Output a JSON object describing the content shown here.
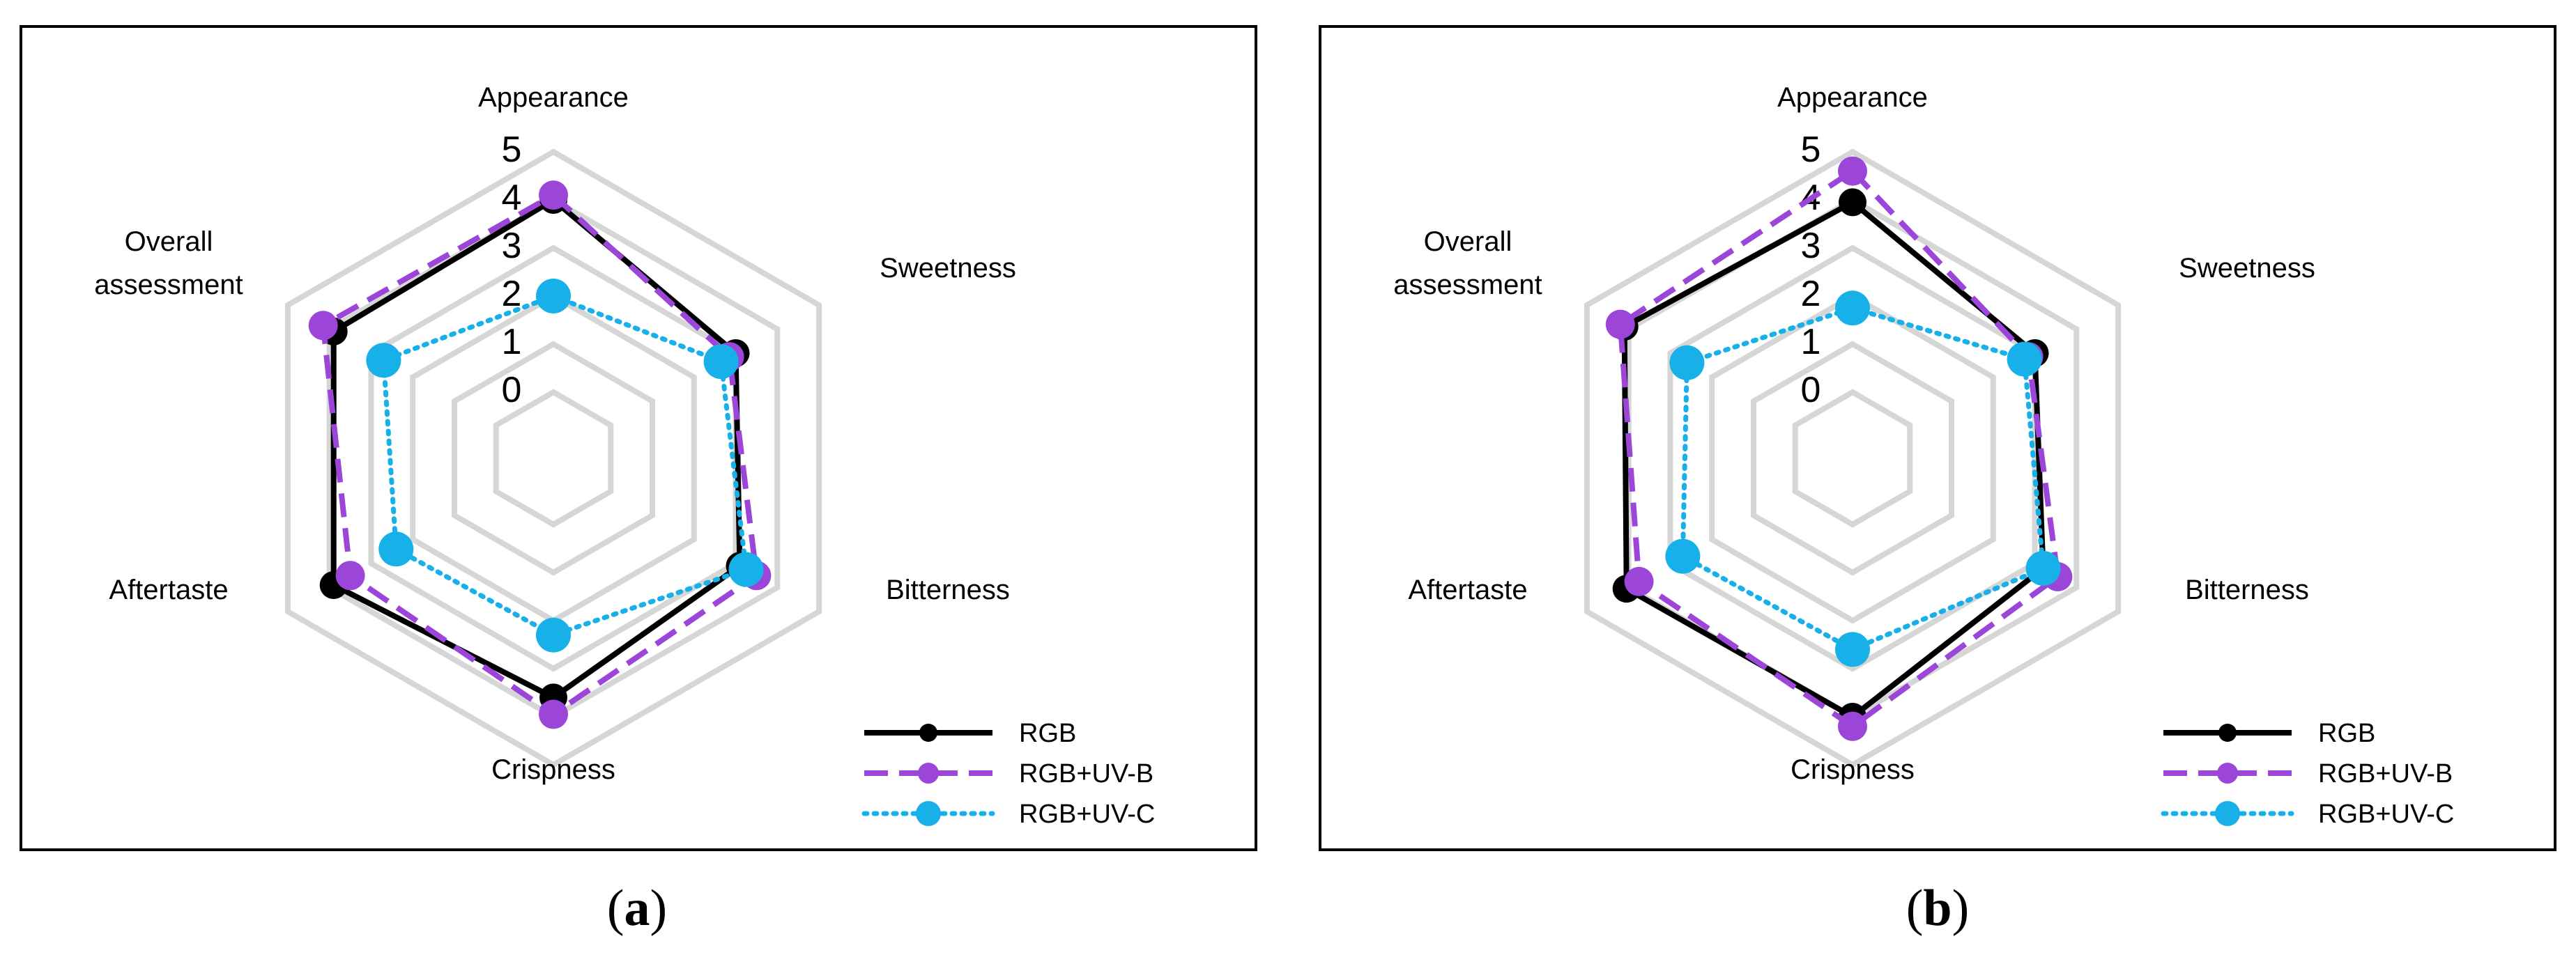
{
  "chart_data": [
    {
      "type": "radar",
      "panel_label": "a",
      "axes": [
        "Appearance",
        "Sweetness",
        "Bitterness",
        "Crispness",
        "Aftertaste",
        "Overall assessment"
      ],
      "axis_label_lines": [
        [
          "Appearance"
        ],
        [
          "Sweetness"
        ],
        [
          "Bitterness"
        ],
        [
          "Crispness"
        ],
        [
          "Aftertaste"
        ],
        [
          "Overall",
          "assessment"
        ]
      ],
      "radial_ticks": [
        "0",
        "1",
        "2",
        "3",
        "4",
        "5"
      ],
      "rlim": [
        0,
        5
      ],
      "grid": true,
      "legend_position": "bottom-right",
      "series": [
        {
          "name": "RGB",
          "values": [
            4.0,
            3.0,
            3.1,
            3.6,
            3.9,
            3.9
          ],
          "color": "#000000",
          "line_style": "solid"
        },
        {
          "name": "RGB+UV-B",
          "values": [
            4.1,
            2.85,
            3.5,
            3.95,
            3.5,
            4.15
          ],
          "color": "#9b45d9",
          "line_style": "dashed"
        },
        {
          "name": "RGB+UV-C",
          "values": [
            2.0,
            2.65,
            3.25,
            2.3,
            2.4,
            2.7
          ],
          "color": "#17b0e8",
          "line_style": "dotted"
        }
      ]
    },
    {
      "type": "radar",
      "panel_label": "b",
      "axes": [
        "Appearance",
        "Sweetness",
        "Bitterness",
        "Crispness",
        "Aftertaste",
        "Overall assessment"
      ],
      "axis_label_lines": [
        [
          "Appearance"
        ],
        [
          "Sweetness"
        ],
        [
          "Bitterness"
        ],
        [
          "Crispness"
        ],
        [
          "Aftertaste"
        ],
        [
          "Overall",
          "assessment"
        ]
      ],
      "radial_ticks": [
        "0",
        "1",
        "2",
        "3",
        "4",
        "5"
      ],
      "rlim": [
        0,
        5
      ],
      "grid": true,
      "legend_position": "bottom-right",
      "series": [
        {
          "name": "RGB",
          "values": [
            3.95,
            3.0,
            3.2,
            4.0,
            4.05,
            4.1
          ],
          "color": "#000000",
          "line_style": "solid"
        },
        {
          "name": "RGB+UV-B",
          "values": [
            4.6,
            2.85,
            3.55,
            4.2,
            3.75,
            4.2
          ],
          "color": "#9b45d9",
          "line_style": "dashed"
        },
        {
          "name": "RGB+UV-C",
          "values": [
            1.75,
            2.75,
            3.2,
            2.6,
            2.7,
            2.6
          ],
          "color": "#17b0e8",
          "line_style": "dotted"
        }
      ]
    }
  ]
}
